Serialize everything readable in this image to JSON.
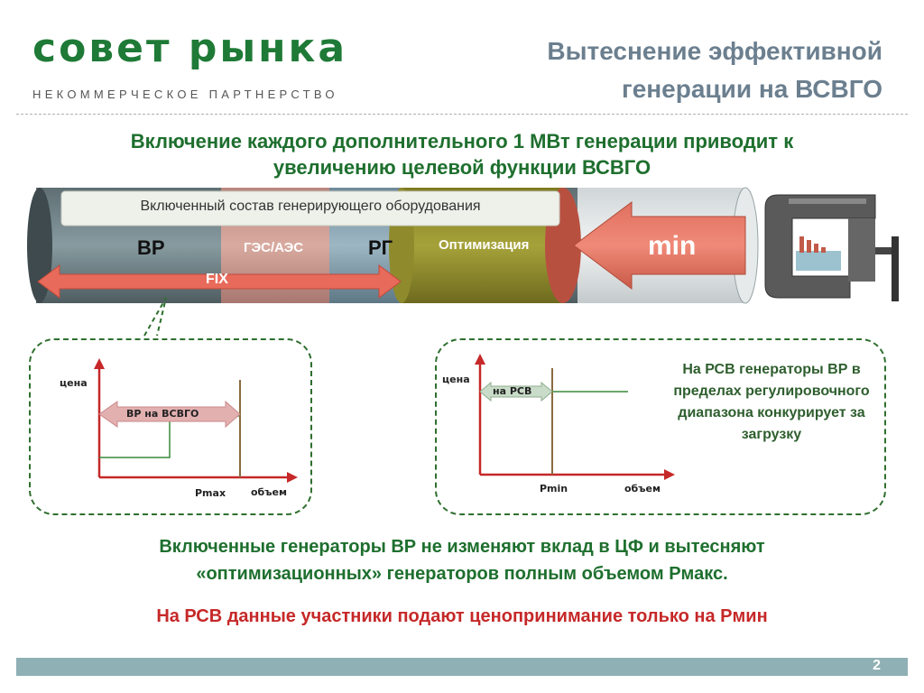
{
  "header": {
    "logo_main": "совет рынка",
    "logo_sub": "НЕКОММЕРЧЕСКОЕ ПАРТНЕРСТВО",
    "title_line1": "Вытеснение эффективной",
    "title_line2": "генерации на ВСВГО"
  },
  "headline": {
    "line1": "Включение каждого дополнительного 1 МВт генерации приводит к",
    "line2": "увеличению целевой функции ВСВГО"
  },
  "cylinder": {
    "banner": "Включенный состав генерирующего оборудования",
    "vr": "ВР",
    "ges": "ГЭС/АЭС",
    "rg": "РГ",
    "opt": "Оптимизация",
    "fix": "FIX",
    "min": "min"
  },
  "chart_left": {
    "ylabel": "цена",
    "xlabel": "объем",
    "marker": "Pmax",
    "arrow_label": "ВР на ВСВГО"
  },
  "chart_right": {
    "ylabel": "цена",
    "xlabel": "объем",
    "marker": "Pmin",
    "arrow_label": "на РСВ"
  },
  "note": "На РСВ генераторы ВР в пределах регулировочного диапазона конкурирует за загрузку",
  "conclusion": {
    "line1": "Включенные генераторы ВР не изменяют вклад в ЦФ и вытесняют",
    "line2": "«оптимизационных» генераторов полным объемом Рмакс."
  },
  "red_line": "На РСВ данные участники подают ценопринимание только на Рмин",
  "footer": {
    "page": "2"
  },
  "colors": {
    "green": "#1e6f2e",
    "red": "#c62828",
    "grey_title": "#6b7f8f",
    "footer": "#8fb0b4"
  }
}
